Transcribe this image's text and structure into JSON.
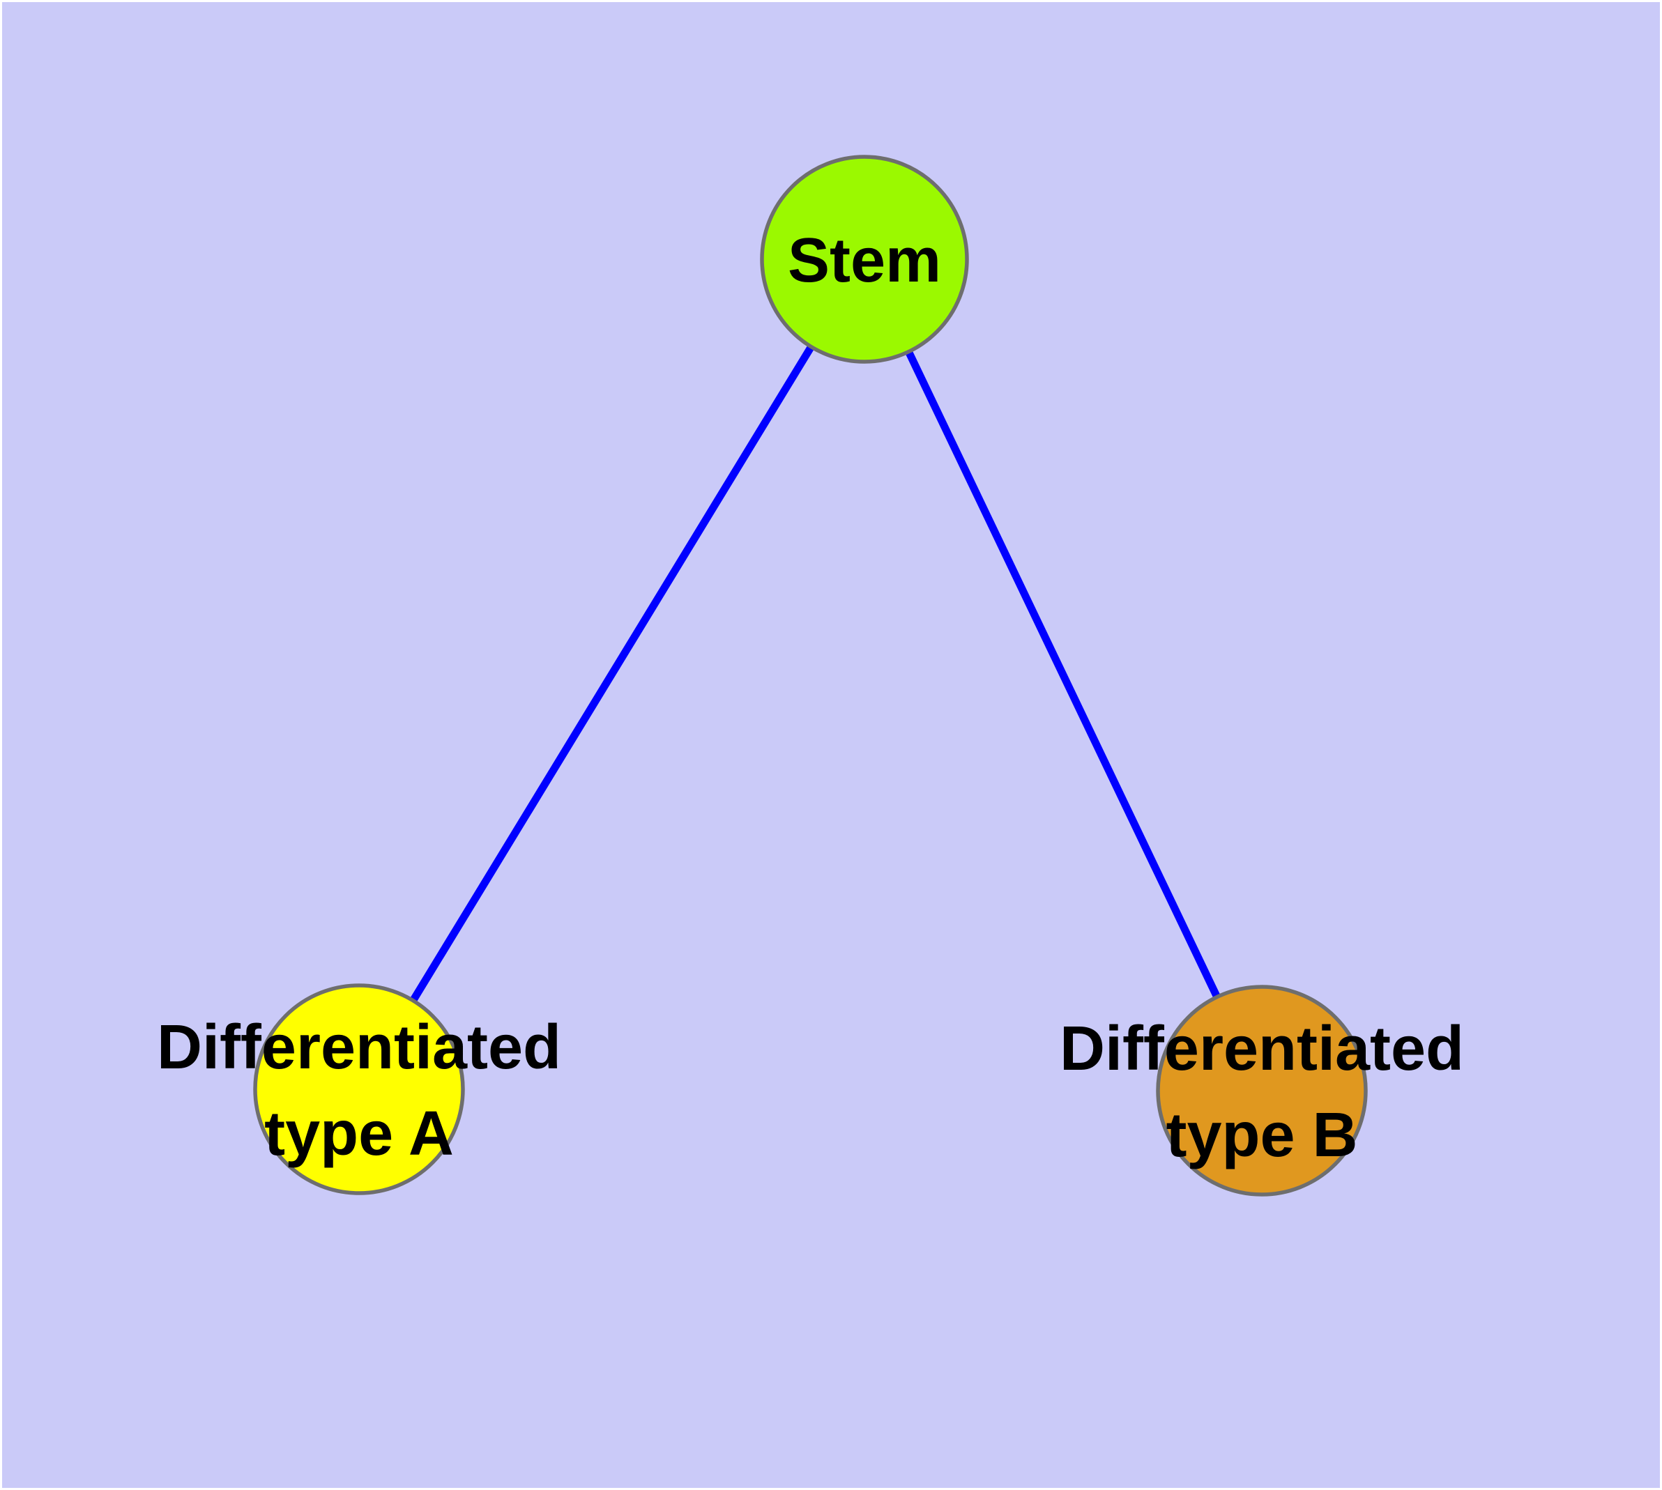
{
  "canvas": {
    "background_color": "#CACAF8",
    "frame_color": "#FFFFFF"
  },
  "graph": {
    "type": "tree",
    "text_color": "#000000",
    "node_border_color": "#6E6E6E",
    "nodes": [
      {
        "id": "stem",
        "label": "Stem",
        "label_lines": [
          "Stem"
        ],
        "fill": "#9BF900"
      },
      {
        "id": "differentiated-type-a",
        "label": "Differentiated type A",
        "label_lines": [
          "Differentiated",
          "type A"
        ],
        "fill": "#FFFF00"
      },
      {
        "id": "differentiated-type-b",
        "label": "Differentiated type B",
        "label_lines": [
          "Differentiated",
          "type B"
        ],
        "fill": "#E0981F"
      }
    ],
    "edges": [
      {
        "from": "stem",
        "to": "differentiated-type-a",
        "color": "#0000FF"
      },
      {
        "from": "stem",
        "to": "differentiated-type-b",
        "color": "#0000FF"
      }
    ]
  }
}
